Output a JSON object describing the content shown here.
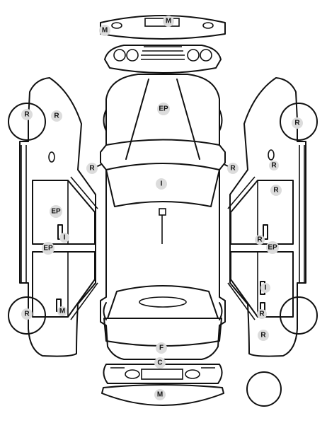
{
  "labels": {
    "m": "M",
    "r": "R",
    "ep": "EP",
    "i": "I",
    "f": "F",
    "c": "C"
  }
}
